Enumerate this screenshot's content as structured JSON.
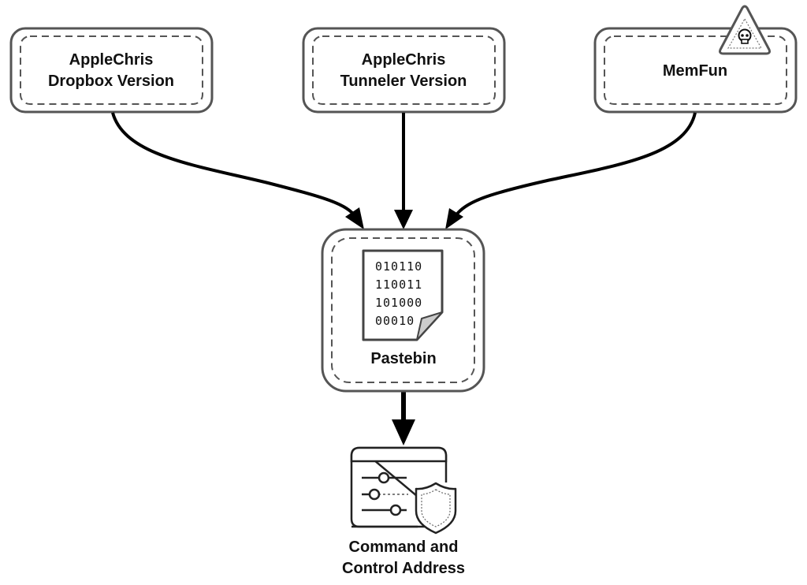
{
  "nodes": {
    "applechris_dropbox": {
      "line1": "AppleChris",
      "line2": "Dropbox Version"
    },
    "applechris_tunneler": {
      "line1": "AppleChris",
      "line2": "Tunneler Version"
    },
    "memfun": {
      "label": "MemFun",
      "badge_icon": "skull-warning-icon"
    },
    "pastebin": {
      "label": "Pastebin",
      "icon": "binary-document-icon",
      "binary_lines": [
        "010110",
        "110011",
        "101000",
        "00010"
      ]
    },
    "command_control": {
      "line1": "Command and",
      "line2": "Control Address",
      "icon": "settings-shield-icon"
    }
  },
  "edges": [
    {
      "from": "AppleChris Dropbox Version",
      "to": "Pastebin"
    },
    {
      "from": "AppleChris Tunneler Version",
      "to": "Pastebin"
    },
    {
      "from": "MemFun",
      "to": "Pastebin"
    },
    {
      "from": "Pastebin",
      "to": "Command and Control Address"
    }
  ],
  "colors": {
    "stroke": "#555555",
    "arrow": "#000000",
    "text": "#111111",
    "page_fold": "#cccccc"
  }
}
